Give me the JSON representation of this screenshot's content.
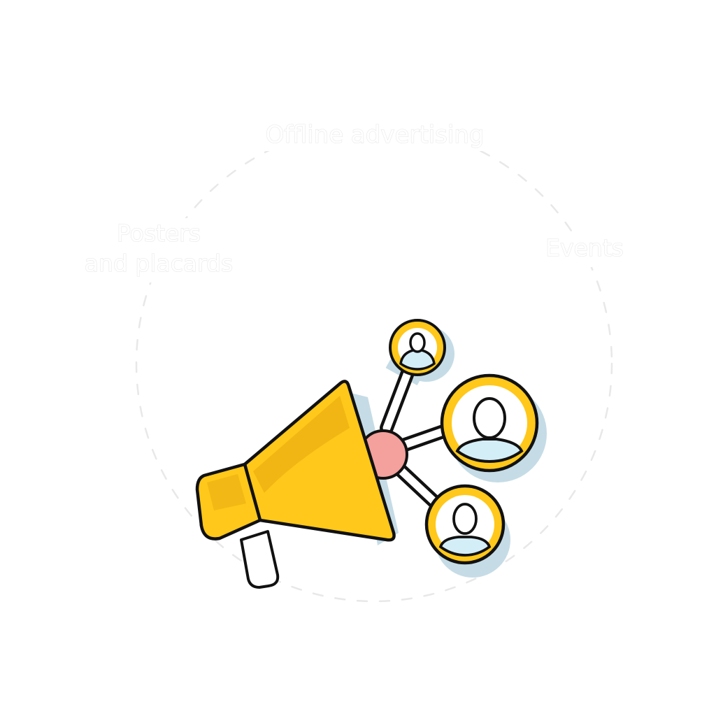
{
  "labels": {
    "top": "Offline advertising",
    "left_line1": "Posters",
    "left_line2": "and placards",
    "right": "Events"
  },
  "icons": {
    "main": "megaphone-icon",
    "people": [
      "person-icon",
      "person-icon",
      "person-icon"
    ]
  },
  "colors": {
    "megaphone_yellow": "#FFC81A",
    "megaphone_shade": "#E6A80F",
    "hub_pink": "#F4A09C",
    "person_fill": "#D4EEF8",
    "shadow_blue": "#C5DCE6",
    "outline": "#111111",
    "ring_dash": "#e8e8e8",
    "label_outline": "#e6e6e6"
  }
}
